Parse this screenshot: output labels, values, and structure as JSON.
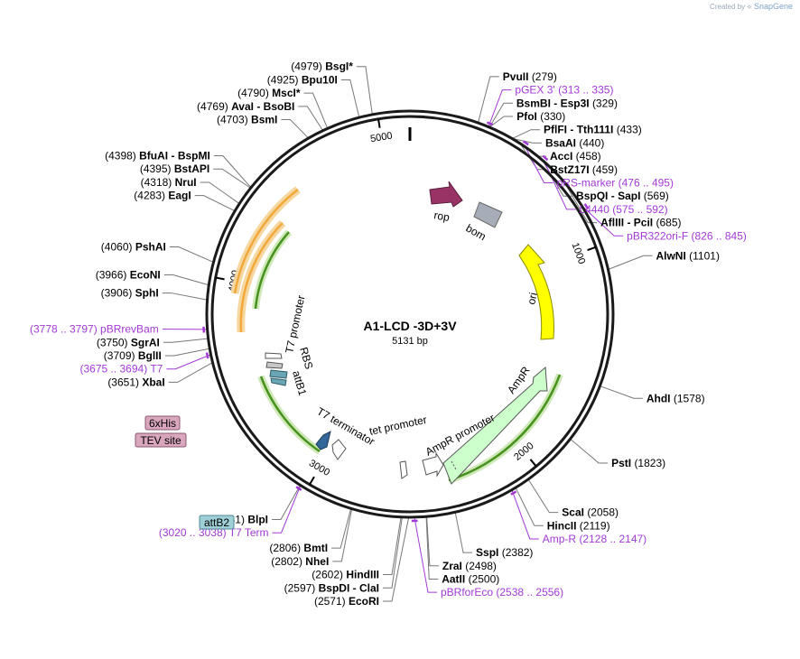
{
  "credit": {
    "prefix": "Created by",
    "brand": "SnapGene"
  },
  "plasmid": {
    "name": "A1-LCD -3D+3V",
    "size_label": "5131 bp",
    "length": 5131
  },
  "ticks": [
    {
      "bp": 1000,
      "label": "1000"
    },
    {
      "bp": 2000,
      "label": "2000"
    },
    {
      "bp": 3000,
      "label": "3000"
    },
    {
      "bp": 4000,
      "label": "4000"
    },
    {
      "bp": 5000,
      "label": "5000"
    }
  ],
  "sites": [
    {
      "name": "PvuII",
      "pos": "(279)",
      "bp": 279,
      "side": "R"
    },
    {
      "name": "BsmBI",
      "name2": "Esp3I",
      "pos": "(329)",
      "bp": 329,
      "side": "R"
    },
    {
      "name": "PfoI",
      "pos": "(330)",
      "bp": 330,
      "side": "R"
    },
    {
      "name": "PflFI",
      "name2": "Tth111I",
      "pos": "(433)",
      "bp": 433,
      "side": "R"
    },
    {
      "name": "BsaAI",
      "pos": "(440)",
      "bp": 440,
      "side": "R"
    },
    {
      "name": "AccI",
      "pos": "(458)",
      "bp": 458,
      "side": "R"
    },
    {
      "name": "BstZ17I",
      "pos": "(459)",
      "bp": 459,
      "side": "R"
    },
    {
      "name": "BspQI",
      "name2": "SapI",
      "pos": "(569)",
      "bp": 569,
      "side": "R"
    },
    {
      "name": "AflIII",
      "name2": "PciI",
      "pos": "(685)",
      "bp": 685,
      "side": "R"
    },
    {
      "name": "AlwNI",
      "pos": "(1101)",
      "bp": 1101,
      "side": "R"
    },
    {
      "name": "AhdI",
      "pos": "(1578)",
      "bp": 1578,
      "side": "R"
    },
    {
      "name": "PstI",
      "pos": "(1823)",
      "bp": 1823,
      "side": "R"
    },
    {
      "name": "ScaI",
      "pos": "(2058)",
      "bp": 2058,
      "side": "R"
    },
    {
      "name": "HincII",
      "pos": "(2119)",
      "bp": 2119,
      "side": "R"
    },
    {
      "name": "SspI",
      "pos": "(2382)",
      "bp": 2382,
      "side": "R"
    },
    {
      "name": "ZraI",
      "pos": "(2498)",
      "bp": 2498,
      "side": "R"
    },
    {
      "name": "AatII",
      "pos": "(2500)",
      "bp": 2500,
      "side": "R"
    },
    {
      "name": "EcoRI",
      "pos": "(2571)",
      "bp": 2571,
      "side": "L"
    },
    {
      "name": "BspDI",
      "name2": "ClaI",
      "pos": "(2597)",
      "bp": 2597,
      "side": "L"
    },
    {
      "name": "HindIII",
      "pos": "(2602)",
      "bp": 2602,
      "side": "L"
    },
    {
      "name": "NheI",
      "pos": "(2802)",
      "bp": 2802,
      "side": "L"
    },
    {
      "name": "BmtI",
      "pos": "(2806)",
      "bp": 2806,
      "side": "L"
    },
    {
      "name": "BlpI",
      "pos": "(3031)",
      "bp": 3031,
      "side": "L"
    },
    {
      "name": "XbaI",
      "pos": "(3651)",
      "bp": 3651,
      "side": "L"
    },
    {
      "name": "BglII",
      "pos": "(3709)",
      "bp": 3709,
      "side": "L"
    },
    {
      "name": "SgrAI",
      "pos": "(3750)",
      "bp": 3750,
      "side": "L"
    },
    {
      "name": "SphI",
      "pos": "(3906)",
      "bp": 3906,
      "side": "L"
    },
    {
      "name": "EcoNI",
      "pos": "(3966)",
      "bp": 3966,
      "side": "L"
    },
    {
      "name": "PshAI",
      "pos": "(4060)",
      "bp": 4060,
      "side": "L"
    },
    {
      "name": "EagI",
      "pos": "(4283)",
      "bp": 4283,
      "side": "L"
    },
    {
      "name": "NruI",
      "pos": "(4318)",
      "bp": 4318,
      "side": "L"
    },
    {
      "name": "BstAPI",
      "pos": "(4395)",
      "bp": 4395,
      "side": "L"
    },
    {
      "name": "BfuAI",
      "name2": "BspMI",
      "pos": "(4398)",
      "bp": 4398,
      "side": "L"
    },
    {
      "name": "BsmI",
      "pos": "(4703)",
      "bp": 4703,
      "side": "L"
    },
    {
      "name": "AvaI",
      "name2": "BsoBI",
      "pos": "(4769)",
      "bp": 4769,
      "side": "L"
    },
    {
      "name": "MscI",
      "star": "*",
      "pos": "(4790)",
      "bp": 4790,
      "side": "L"
    },
    {
      "name": "Bpu10I",
      "pos": "(4925)",
      "bp": 4925,
      "side": "L"
    },
    {
      "name": "BsgI",
      "star": "*",
      "pos": "(4979)",
      "bp": 4979,
      "side": "L"
    }
  ],
  "primers": [
    {
      "name": "pGEX 3'",
      "range": "(313 .. 335)",
      "bp": 324,
      "side": "R"
    },
    {
      "name": "pRS-marker",
      "range": "(476 .. 495)",
      "bp": 486,
      "side": "R"
    },
    {
      "name": "L4440",
      "range": "(575 .. 592)",
      "bp": 583,
      "side": "R"
    },
    {
      "name": "pBR322ori-F",
      "range": "(826 .. 845)",
      "bp": 835,
      "side": "R"
    },
    {
      "name": "Amp-R",
      "range": "(2128 .. 2147)",
      "bp": 2137,
      "side": "R"
    },
    {
      "name": "pBRforEco",
      "range": "(2538 .. 2556)",
      "bp": 2547,
      "side": "R"
    },
    {
      "name": "T7 Term",
      "range": "(3020 .. 3038)",
      "bp": 3029,
      "side": "L"
    },
    {
      "name": "T7",
      "range": "(3675 .. 3694)",
      "bp": 3684,
      "side": "L"
    },
    {
      "name": "pBRrevBam",
      "range": "(3778 .. 3797)",
      "bp": 3787,
      "side": "L"
    }
  ],
  "feature_boxes": [
    {
      "label": "6xHis",
      "color": "#d9a6bd"
    },
    {
      "label": "TEV site",
      "color": "#d9a6bd"
    },
    {
      "label": "attB2",
      "color": "#9fd0d8"
    }
  ],
  "features": [
    {
      "name": "rop",
      "color": "#993366"
    },
    {
      "name": "bom",
      "color": "#a7adb8"
    },
    {
      "name": "ori",
      "color": "#ffff00"
    },
    {
      "name": "AmpR",
      "color": "#ccffcc"
    },
    {
      "name": "AmpR promoter",
      "color": "#ffffff"
    },
    {
      "name": "tet promoter",
      "color": "#ffffff"
    },
    {
      "name": "T7 terminator",
      "color": "#336699"
    },
    {
      "name": "attB1",
      "color": "#6aa5b3"
    },
    {
      "name": "RBS",
      "color": "#c8c8c8"
    },
    {
      "name": "T7 promoter",
      "color": "#ffffff"
    }
  ],
  "colors": {
    "backbone": "#1a1a1a",
    "primer": "#a23ad6",
    "orange_arc": "#f0a93a",
    "green_arc": "#47921e"
  }
}
